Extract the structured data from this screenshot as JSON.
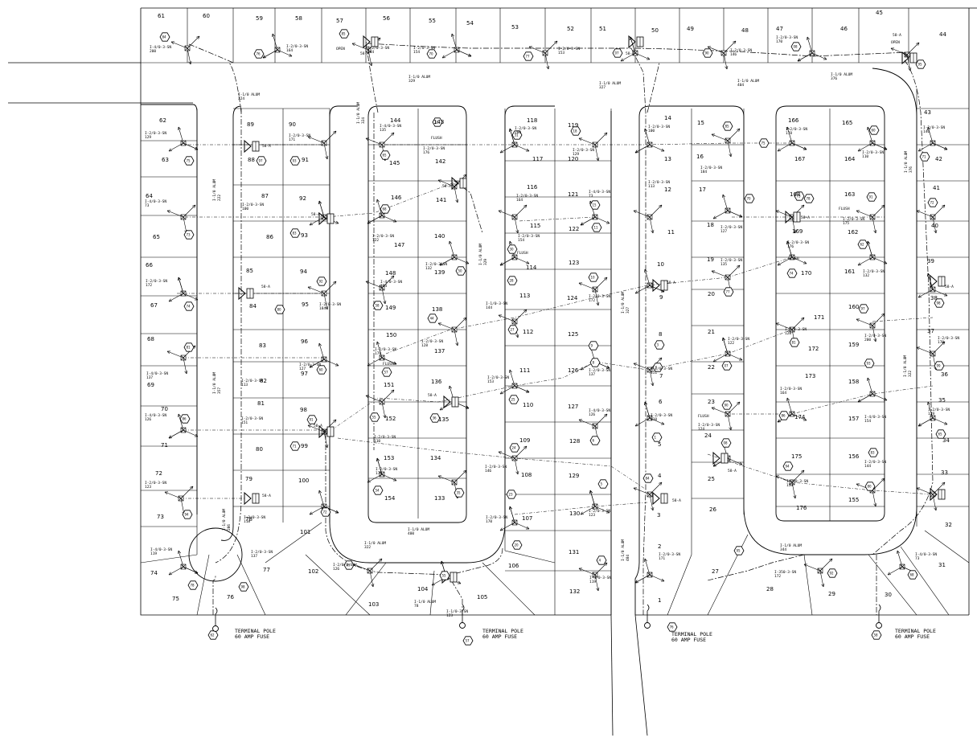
{
  "drawing": {
    "terminal_poles": [
      {
        "label_line1": "TERMINAL POLE",
        "label_line2": "60 AMP FUSE"
      },
      {
        "label_line1": "TERMINAL POLE",
        "label_line2": "60 AMP FUSE"
      },
      {
        "label_line1": "TERMINAL POLE",
        "label_line2": "60 AMP FUSE"
      },
      {
        "label_line1": "TERMINAL POLE",
        "label_line2": "60 AMP FUSE"
      }
    ],
    "lots": [
      "61",
      "60",
      "59",
      "58",
      "57",
      "56",
      "55",
      "54",
      "53",
      "52",
      "51",
      "50",
      "49",
      "48",
      "47",
      "46",
      "45",
      "44",
      "62",
      "63",
      "64",
      "65",
      "66",
      "67",
      "68",
      "69",
      "70",
      "71",
      "72",
      "73",
      "74",
      "75",
      "76",
      "77",
      "78",
      "79",
      "80",
      "81",
      "82",
      "83",
      "84",
      "85",
      "86",
      "87",
      "88",
      "89",
      "90",
      "91",
      "92",
      "93",
      "94",
      "95",
      "96",
      "97",
      "98",
      "99",
      "100",
      "101",
      "102",
      "103",
      "104",
      "105",
      "106",
      "107",
      "108",
      "109",
      "110",
      "111",
      "112",
      "113",
      "114",
      "115",
      "116",
      "117",
      "118",
      "119",
      "120",
      "121",
      "122",
      "123",
      "124",
      "125",
      "126",
      "127",
      "128",
      "129",
      "130",
      "131",
      "132",
      "133",
      "134",
      "135",
      "136",
      "137",
      "138",
      "139",
      "140",
      "141",
      "142",
      "143",
      "144",
      "145",
      "146",
      "147",
      "148",
      "149",
      "150",
      "151",
      "152",
      "153",
      "154",
      "1",
      "2",
      "3",
      "4",
      "5",
      "6",
      "7",
      "8",
      "9",
      "10",
      "11",
      "12",
      "13",
      "14",
      "15",
      "16",
      "17",
      "18",
      "19",
      "20",
      "21",
      "22",
      "23",
      "24",
      "25",
      "26",
      "27",
      "28",
      "29",
      "30",
      "31",
      "32",
      "33",
      "34",
      "35",
      "36",
      "37",
      "38",
      "39",
      "40",
      "41",
      "42",
      "43",
      "155",
      "156",
      "157",
      "158",
      "159",
      "160",
      "161",
      "162",
      "163",
      "164",
      "165",
      "166",
      "167",
      "168",
      "169",
      "170",
      "171",
      "172",
      "173",
      "174",
      "175",
      "176"
    ],
    "transformer_labels": [
      "58-A",
      "58-A",
      "58-A",
      "58-A",
      "58-A",
      "58-A",
      "58-A",
      "58-A",
      "58-A",
      "58-A",
      "58-A",
      "58-A",
      "58-A",
      "58-A",
      "58-A"
    ],
    "open_labels": [
      "OPEN",
      "OPEN"
    ],
    "flush_label": "FLUSH",
    "service_cables": [
      "I-1/0-3-SN",
      "I-2/0-3-SN",
      "I-4/0-3-SN",
      "I-350-3-SN"
    ],
    "service_lengths": [
      "200",
      "164",
      "154",
      "144",
      "153",
      "146",
      "170",
      "129",
      "73",
      "172",
      "137",
      "126",
      "123",
      "119",
      "100",
      "113",
      "151",
      "118",
      "171",
      "184",
      "127",
      "135",
      "122",
      "124",
      "178",
      "110",
      "175",
      "176",
      "132",
      "128"
    ],
    "primary_cables": [
      {
        "spec": "I-1/0 ALUM",
        "length": "324"
      },
      {
        "spec": "I-1/0 ALUM",
        "length": "329"
      },
      {
        "spec": "I-1/0 ALUM",
        "length": "327"
      },
      {
        "spec": "I-1/0 ALUM",
        "length": "404"
      },
      {
        "spec": "I-1/0 ALUM",
        "length": "376"
      },
      {
        "spec": "I-1/0 ALUM",
        "length": "322"
      },
      {
        "spec": "I-1/0 ALUM",
        "length": "400"
      },
      {
        "spec": "I-1/0 ALUM",
        "length": "344"
      },
      {
        "spec": "I-1/0 ALUM",
        "length": "78"
      },
      {
        "spec": "I-1/0 ALUM",
        "length": "206"
      },
      {
        "spec": "I-1/0 ALUM",
        "length": "222"
      },
      {
        "spec": "I-1/0 ALUM",
        "length": "357"
      }
    ],
    "hex_tags": [
      "84",
      "76",
      "85",
      "70",
      "77",
      "07",
      "90",
      "08",
      "95",
      "75",
      "73",
      "74",
      "81",
      "86",
      "94",
      "78",
      "62",
      "97",
      "93",
      "83",
      "80",
      "92",
      "60",
      "91",
      "71",
      "72",
      "98",
      "99",
      "65",
      "68",
      "58",
      "57",
      "55",
      "54",
      "51",
      "50",
      "44",
      "36",
      "35",
      "31",
      "30",
      "28",
      "27",
      "25",
      "24",
      "23",
      "20",
      "18",
      "15",
      "11",
      "10",
      "9",
      "8",
      "6",
      "5",
      "4",
      "3",
      "2",
      "1"
    ]
  }
}
